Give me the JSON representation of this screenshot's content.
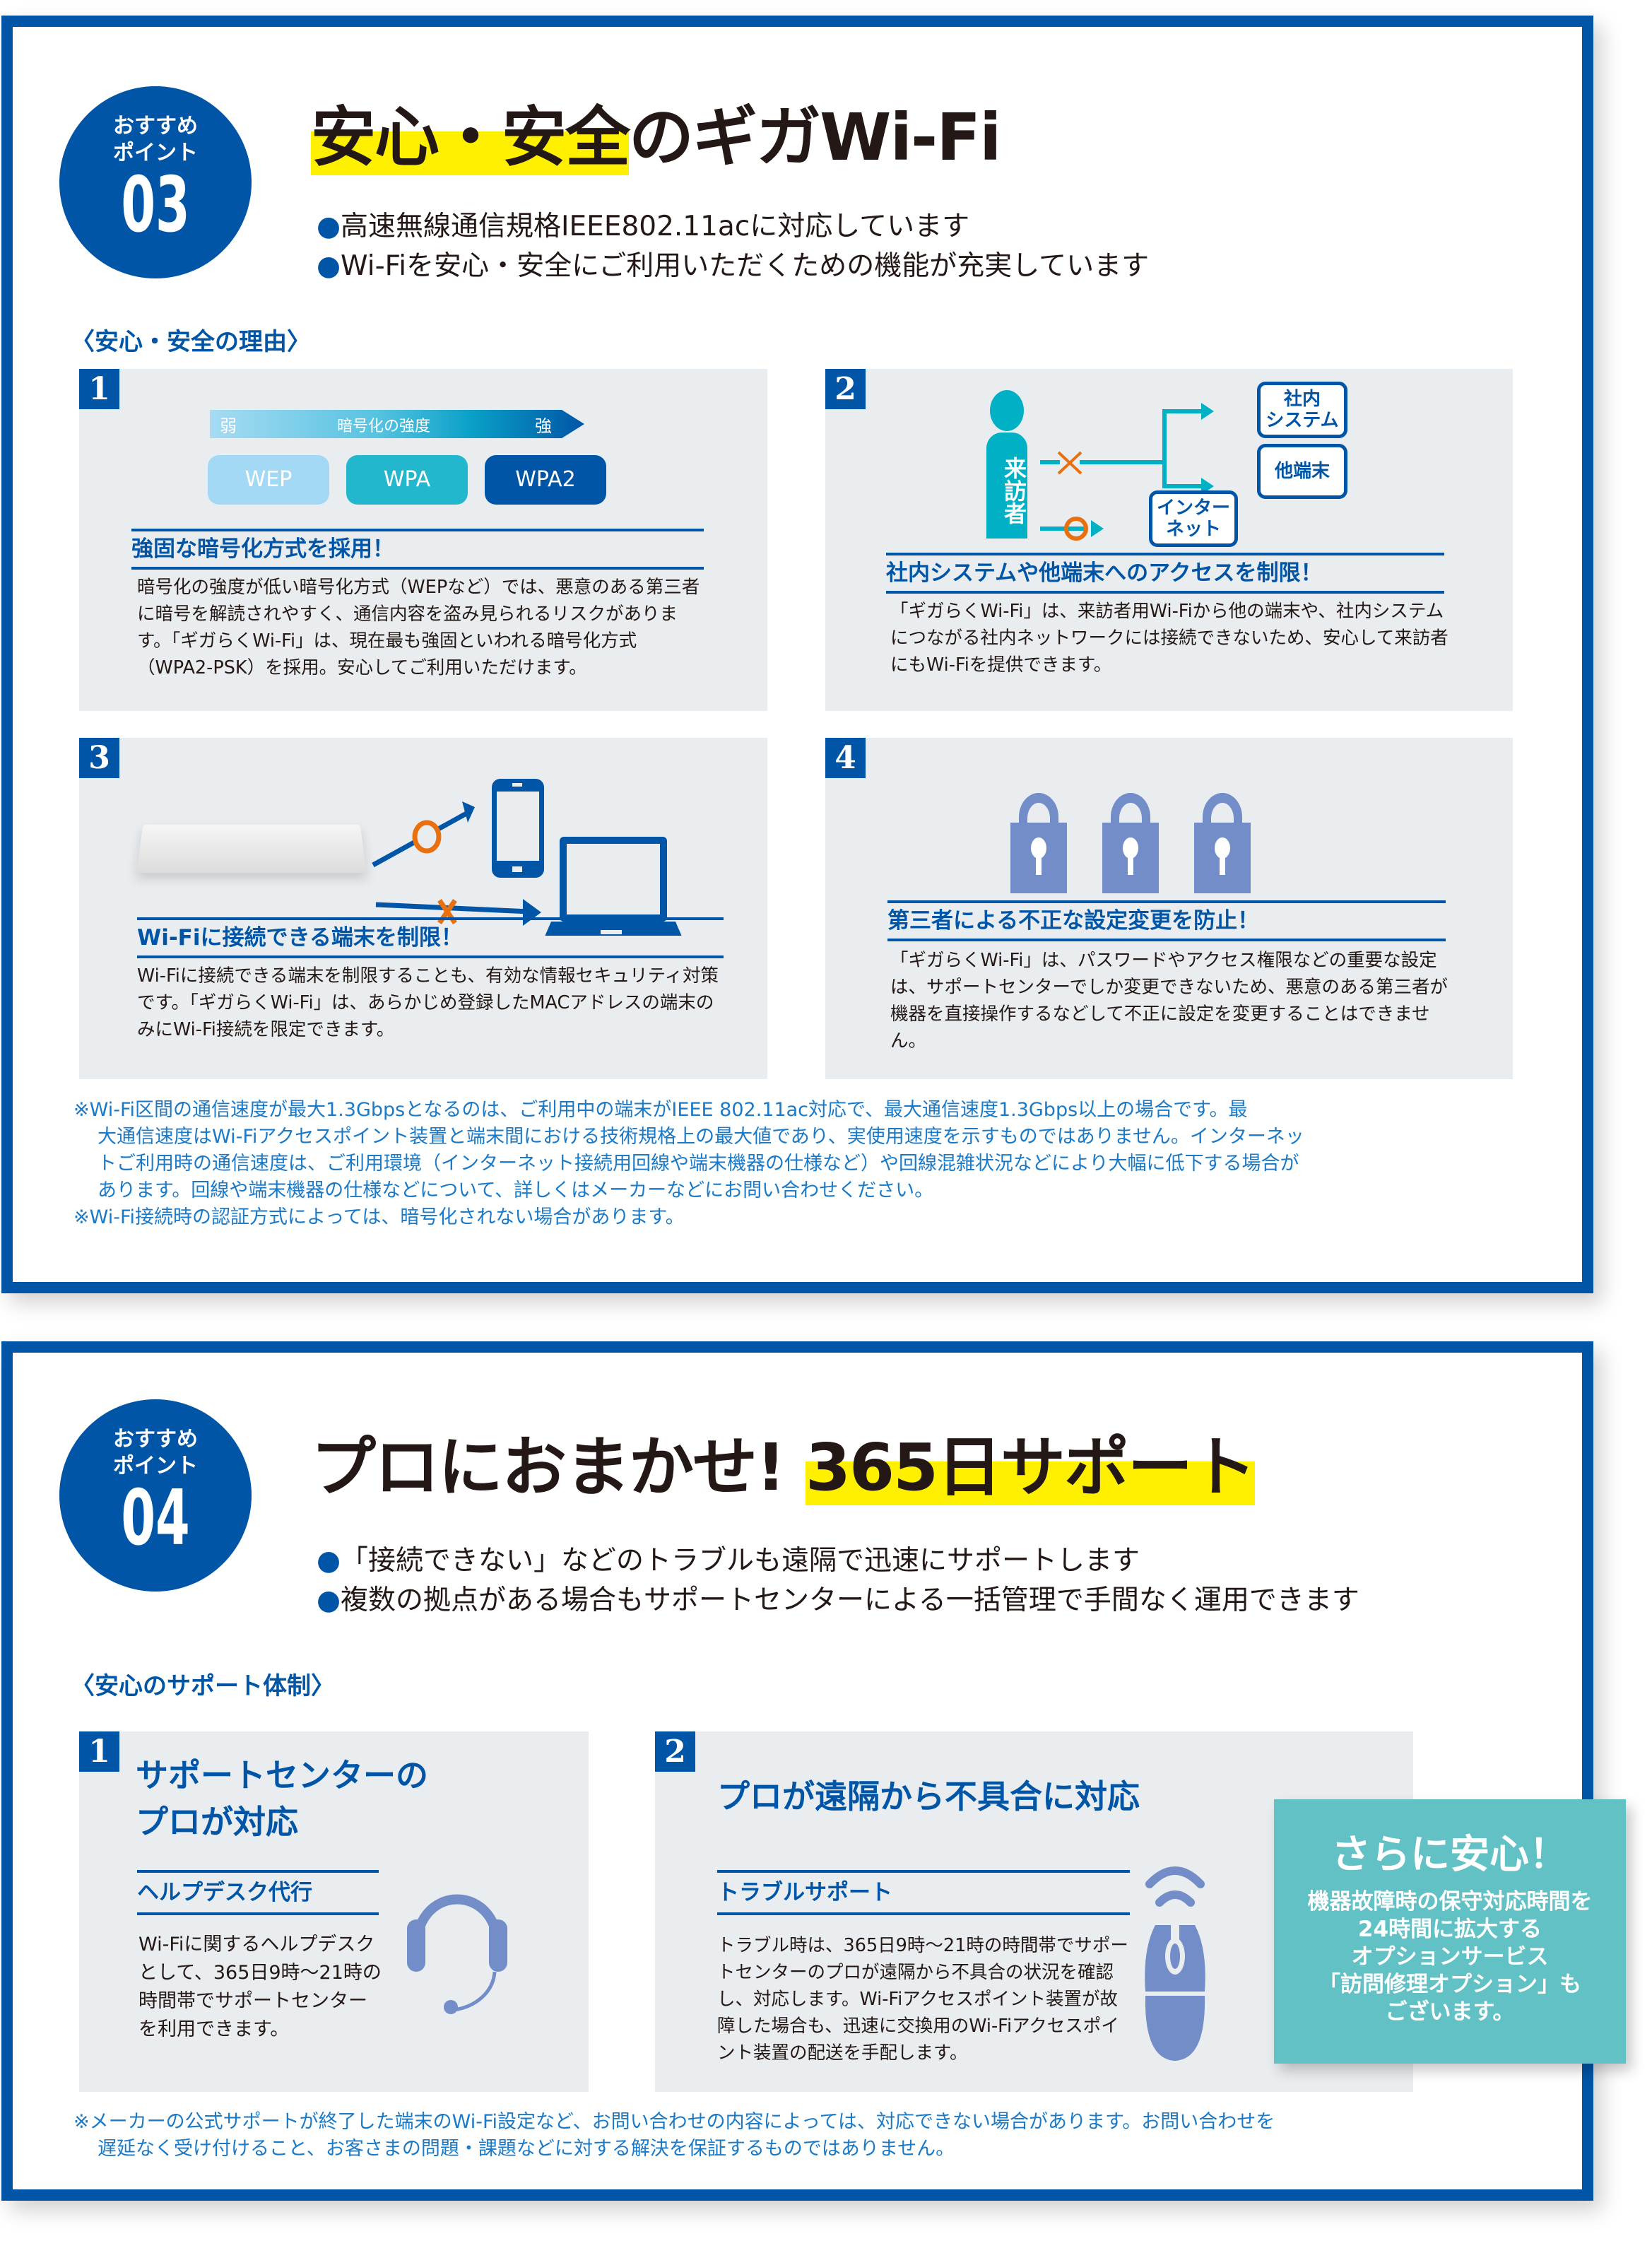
{
  "colors": {
    "brand_blue": "#0055a6",
    "highlight_yellow": "#fff000",
    "card_bg": "#eaedf0",
    "teal": "#62c1c5",
    "cyan": "#00b1c6",
    "orange": "#e8700f",
    "icon_periwinkle": "#728dc8",
    "note_blue": "#1a7ac8"
  },
  "section3": {
    "badge": {
      "label_top": "おすすめ",
      "label_mid": "ポイント",
      "number": "03"
    },
    "title_highlight": "安心・安全",
    "title_rest": "のギガWi-Fi",
    "bullets": [
      "高速無線通信規格IEEE802.11acに対応しています",
      "Wi-Fiを安心・安全にご利用いただくための機能が充実しています"
    ],
    "bullet_mark": "●",
    "subheading": "〈安心・安全の理由〉",
    "cards": [
      {
        "number": "1",
        "strength_bar": {
          "weak": "弱",
          "label": "暗号化の強度",
          "strong": "強"
        },
        "pills": [
          "WEP",
          "WPA",
          "WPA2"
        ],
        "heading": "強固な暗号化方式を採用！",
        "body": "暗号化の強度が低い暗号化方式（WEPなど）では、悪意のある第三者に暗号を解読されやすく、通信内容を盗み見られるリスクがあります。「ギガらくWi-Fi」は、現在最も強固といわれる暗号化方式（WPA2-PSK）を採用。安心してご利用いただけます。"
      },
      {
        "number": "2",
        "diagram": {
          "visitor": "来訪者",
          "internal_system": "社内\nシステム",
          "other_device": "他端末",
          "internet": "インター\nネット",
          "blocked_mark": "×",
          "allowed_mark": "○"
        },
        "heading": "社内システムや他端末へのアクセスを制限！",
        "body": "「ギガらくWi-Fi」は、来訪者用Wi-Fiから他の端末や、社内システムにつながる社内ネットワークには接続できないため、安心して来訪者にもWi-Fiを提供できます。"
      },
      {
        "number": "3",
        "heading": "Wi-Fiに接続できる端末を制限！",
        "body": "Wi-Fiに接続できる端末を制限することも、有効な情報セキュリティ対策です。「ギガらくWi-Fi」は、あらかじめ登録したMACアドレスの端末のみにWi-Fi接続を限定できます。"
      },
      {
        "number": "4",
        "heading": "第三者による不正な設定変更を防止！",
        "body": "「ギガらくWi-Fi」は、パスワードやアクセス権限などの重要な設定は、サポートセンターでしか変更できないため、悪意のある第三者が機器を直接操作するなどして不正に設定を変更することはできません。"
      }
    ],
    "notes": [
      "※Wi-Fi区間の通信速度が最大1.3Gbpsとなるのは、ご利用中の端末がIEEE 802.11ac対応で、最大通信速度1.3Gbps以上の場合です。最",
      "大通信速度はWi-Fiアクセスポイント装置と端末間における技術規格上の最大値であり、実使用速度を示すものではありません。インターネッ",
      "トご利用時の通信速度は、ご利用環境（インターネット接続用回線や端末機器の仕様など）や回線混雑状況などにより大幅に低下する場合が",
      "あります。回線や端末機器の仕様などについて、詳しくはメーカーなどにお問い合わせください。",
      "※Wi-Fi接続時の認証方式によっては、暗号化されない場合があります。"
    ]
  },
  "section4": {
    "badge": {
      "label_top": "おすすめ",
      "label_mid": "ポイント",
      "number": "04"
    },
    "title_rest": "プロにおまかせ! ",
    "title_highlight": "365日サポート",
    "bullets": [
      "「接続できない」などのトラブルも遠隔で迅速にサポートします",
      "複数の拠点がある場合もサポートセンターによる一括管理で手間なく運用できます"
    ],
    "bullet_mark": "●",
    "subheading": "〈安心のサポート体制〉",
    "cards": [
      {
        "number": "1",
        "title_line1": "サポートセンターの",
        "title_line2": "プロが対応",
        "subheading": "ヘルプデスク代行",
        "body": "Wi-Fiに関するヘルプデスクとして、365日9時〜21時の時間帯でサポートセンターを利用できます。"
      },
      {
        "number": "2",
        "title": "プロが遠隔から不具合に対応",
        "subheading": "トラブルサポート",
        "body": "トラブル時は、365日9時〜21時の時間帯でサポートセンターのプロが遠隔から不具合の状況を確認し、対応します。Wi-Fiアクセスポイント装置が故障した場合も、迅速に交換用のWi-Fiアクセスポイント装置の配送を手配します。"
      }
    ],
    "callout": {
      "title": "さらに安心！",
      "lines": [
        "機器故障時の保守対応時間を",
        "24時間に拡大する",
        "オプションサービス",
        "「訪問修理オプション」も",
        "ございます。"
      ]
    },
    "notes": [
      "※メーカーの公式サポートが終了した端末のWi-Fi設定など、お問い合わせの内容によっては、対応できない場合があります。お問い合わせを",
      "遅延なく受け付けること、お客さまの問題・課題などに対する解決を保証するものではありません。"
    ]
  }
}
